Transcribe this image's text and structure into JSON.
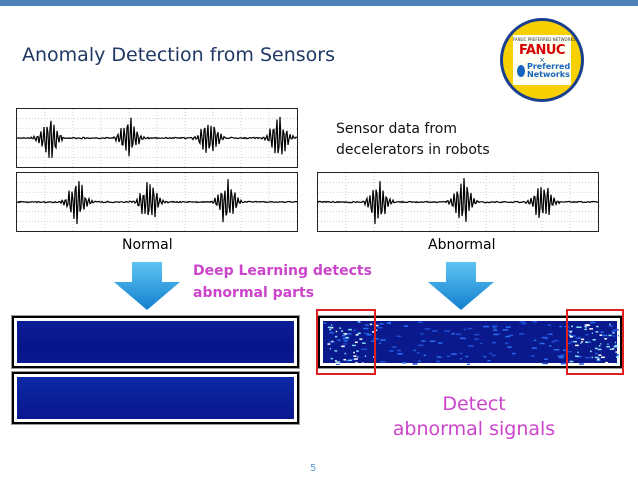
{
  "slide": {
    "title": "Anomaly Detection from Sensors",
    "page_number": "5"
  },
  "logo": {
    "company_line": "FANUC PREFERRED NETWORKS",
    "brand1": "FANUC",
    "connector": "×",
    "brand2_line1": "Preferred",
    "brand2_line2": "Networks"
  },
  "labels": {
    "sensor_note_line1": "Sensor data from",
    "sensor_note_line2": "decelerators in robots",
    "normal": "Normal",
    "abnormal": "Abnormal",
    "dl_line1": "Deep Learning detects",
    "dl_line2": "abnormal parts",
    "detect_line1": "Detect",
    "detect_line2": "abnormal signals"
  },
  "colors": {
    "title": "#1f3864",
    "accent_bar": "#4f81bd",
    "highlight_text": "#cc44cc",
    "arrow": "#1e9be0",
    "spectrogram": "#0a1a8c",
    "red_box": "#e02020"
  }
}
